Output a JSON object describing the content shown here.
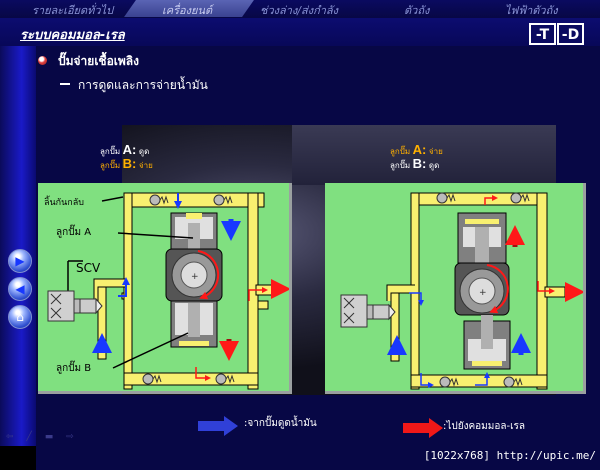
{
  "nav": {
    "items": [
      {
        "label": "รายละเอียดทั่วไป",
        "active": false
      },
      {
        "label": "เครื่องยนต์",
        "active": true
      },
      {
        "label": "ช่วงล่าง/ส่งกำลัง",
        "active": false
      },
      {
        "label": "ตัวถัง",
        "active": false
      },
      {
        "label": "ไฟฟ้าตัวถัง",
        "active": false
      }
    ]
  },
  "header": {
    "title": "ระบบคอมมอล-เรล",
    "buttons": [
      "-T",
      "-D"
    ]
  },
  "content": {
    "bullet1": "ปั๊มจ่ายเชื้อเพลิง",
    "bullet2": "การดูดและการจ่ายน้ำมัน"
  },
  "left_panel": {
    "status_a_prefix": "ลูกปั๊ม",
    "status_a_key": "A:",
    "status_a_value": "ดูด",
    "status_b_prefix": "ลูกปั๊ม",
    "status_b_key": "B:",
    "status_b_value": "จ่าย",
    "labels": {
      "check_valve": "ลิ้นกันกลับ",
      "plunger_a": "ลูกปั๊ม A",
      "scv": "SCV",
      "plunger_b": "ลูกปั๊ม B"
    }
  },
  "right_panel": {
    "status_a_prefix": "ลูกปั๊ม",
    "status_a_key": "A:",
    "status_a_value": "จ่าย",
    "status_b_prefix": "ลูกปั๊ม",
    "status_b_key": "B:",
    "status_b_value": "ดูด"
  },
  "legend": {
    "blue_label": ":จากปั๊มดูดน้ำมัน",
    "red_label": ":ไปยังคอมมอล-เรล",
    "colors": {
      "blue": "#3040d8",
      "red": "#f01818"
    }
  },
  "side_buttons": [
    "next-icon",
    "back-icon",
    "home-icon"
  ],
  "footer": "[1022x768] http://upic.me/",
  "colors": {
    "background": "#070745",
    "panel": "#80e080",
    "pipe": "#f8f070",
    "accent_orange": "#ffb000"
  }
}
